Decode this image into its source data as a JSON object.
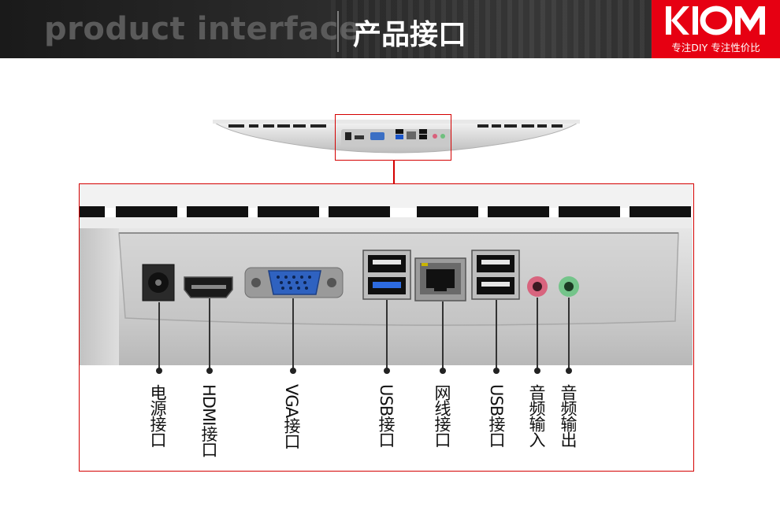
{
  "header": {
    "title_en": "product interface",
    "title_cn": "产品接口"
  },
  "logo": {
    "brand": "KIOM",
    "slogan": "专注DIY 专注性价比",
    "bg_color": "#e60012"
  },
  "accent_color": "#d40000",
  "ports": [
    {
      "label": "电源接口",
      "icon": "dc-power-jack-icon"
    },
    {
      "label": "HDMI接口",
      "icon": "hdmi-port-icon"
    },
    {
      "label": "VGA接口",
      "icon": "vga-port-icon"
    },
    {
      "label": "USB接口",
      "icon": "usb-port-icon"
    },
    {
      "label": "网线接口",
      "icon": "ethernet-port-icon"
    },
    {
      "label": "USB接口",
      "icon": "usb-port-icon"
    },
    {
      "label": "音频输入",
      "icon": "audio-in-jack-icon"
    },
    {
      "label": "音频输出",
      "icon": "audio-out-jack-icon"
    }
  ]
}
